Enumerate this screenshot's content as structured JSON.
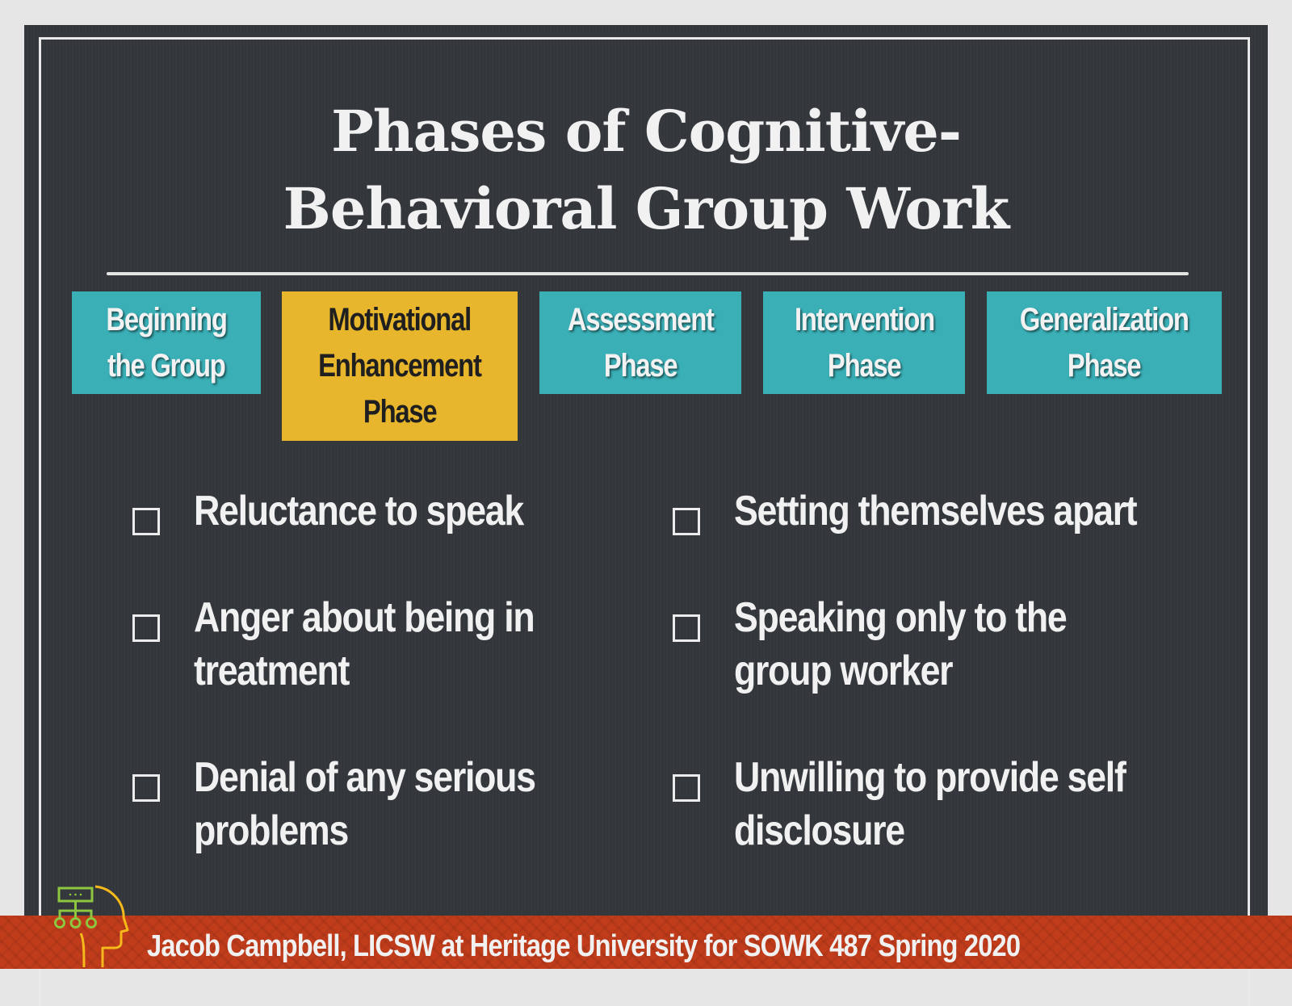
{
  "slide": {
    "title_lines": [
      "Phases of Cognitive-",
      "Behavioral Group Work"
    ],
    "colors": {
      "background": "#e6e6e6",
      "board": "#33363b",
      "frame": "#e9e9e9",
      "phase_default": "#3aafb6",
      "phase_active": "#e7b62c",
      "footer": "#c03c1b",
      "logo_green": "#8dc63f",
      "logo_yellow": "#f5b91b"
    },
    "phases": [
      {
        "lines": [
          "Beginning",
          "the Group"
        ],
        "active": false
      },
      {
        "lines": [
          "Motivational",
          "Enhancement",
          "Phase"
        ],
        "active": true
      },
      {
        "lines": [
          "Assessment",
          "Phase"
        ],
        "active": false
      },
      {
        "lines": [
          "Intervention",
          "Phase"
        ],
        "active": false
      },
      {
        "lines": [
          "Generalization",
          "Phase"
        ],
        "active": false
      }
    ],
    "bullets_left": [
      {
        "lines": [
          "Reluctance to speak"
        ]
      },
      {
        "lines": [
          "Anger about being in",
          "treatment"
        ]
      },
      {
        "lines": [
          "Denial of any serious",
          "problems"
        ]
      }
    ],
    "bullets_right": [
      {
        "lines": [
          "Setting themselves apart"
        ]
      },
      {
        "lines": [
          "Speaking only to the",
          "group worker"
        ]
      },
      {
        "lines": [
          "Unwilling to provide self",
          "disclosure"
        ]
      }
    ],
    "bullet_icon": "empty-checkbox-icon",
    "footer": {
      "text": "Jacob Campbell, LICSW at Heritage University for SOWK 487 Spring 2020",
      "logo_icon": "head-org-chart-icon"
    }
  }
}
